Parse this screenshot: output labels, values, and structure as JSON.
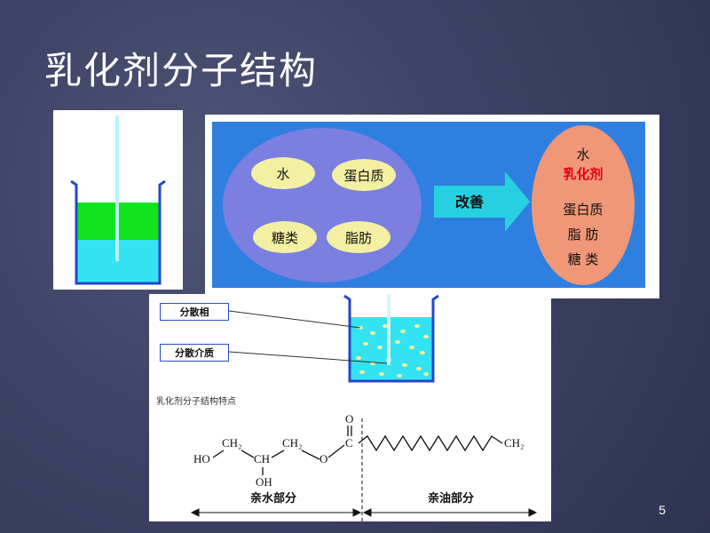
{
  "slide": {
    "title": "乳化剂分子结构",
    "page_number": "5"
  },
  "improve_diagram": {
    "left_items": [
      "水",
      "蛋白质",
      "糖类",
      "脂肪"
    ],
    "arrow_label": "改善",
    "right_items": [
      "水",
      "乳化剂",
      "蛋白质",
      "脂 肪",
      "糖 类"
    ],
    "colors": {
      "background": "#2f7fe0",
      "left_ellipse": "#7b7fe0",
      "item_pill": "#f3f0a3",
      "right_ellipse": "#f09777",
      "arrow": "#27d0e0",
      "emulsifier_text": "#e60012"
    }
  },
  "emulsion_diagram": {
    "dispersed_phase_label": "分散相",
    "dispersion_medium_label": "分散介质",
    "caption": "乳化剂分子结构特点",
    "formula": {
      "ho": "HO",
      "ch2_left": "CH₂",
      "ch_mid": "CH",
      "oh": "OH",
      "ch2_right": "CH₂",
      "o_ester": "O",
      "o_carbonyl": "O",
      "c": "C",
      "ch3_end": "CH₂"
    },
    "hydrophilic_label": "亲水部分",
    "lipophilic_label": "亲油部分"
  }
}
